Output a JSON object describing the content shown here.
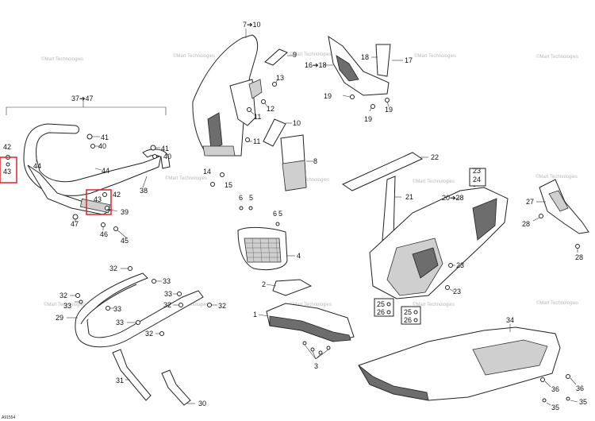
{
  "watermark": "©Mart Technologies",
  "doc_code": "A91554",
  "callouts": {
    "c37_47": "37➔47",
    "c41a": "41",
    "c40a": "40",
    "c41b": "41",
    "c40b": "40",
    "c42a": "42",
    "c43a": "43",
    "c44a": "44",
    "c44b": "44",
    "c38": "38",
    "c43b": "43",
    "c42b": "42",
    "c39": "39",
    "c47": "47",
    "c46": "46",
    "c45": "45",
    "c7_10": "7➔10",
    "c13": "13",
    "c12": "12",
    "c11a": "11",
    "c11b": "11",
    "c10": "10",
    "c9": "9",
    "c8": "8",
    "c14": "14",
    "c15": "15",
    "c6a": "6",
    "c5a": "5",
    "c6b": "6",
    "c5b": "5",
    "c4": "4",
    "c16_18": "16➔18",
    "c18": "18",
    "c17": "17",
    "c19a": "19",
    "c19b": "19",
    "c19c": "19",
    "c22": "22",
    "c21": "21",
    "c20_28": "20➔28",
    "c23a": "23",
    "c24": "24",
    "c23b": "23",
    "c23c": "23",
    "c25a": "25",
    "c26a": "26",
    "c25b": "25",
    "c26b": "26",
    "c27": "27",
    "c28a": "28",
    "c28b": "28",
    "c2": "2",
    "c1": "1",
    "c3": "3",
    "c32a": "32",
    "c33a": "33",
    "c32b": "32",
    "c33b": "33",
    "c33c": "33",
    "c33d": "33",
    "c32c": "32",
    "c29": "29",
    "c33e": "33",
    "c32d": "32",
    "c31": "31",
    "c30": "30",
    "c34": "34",
    "c36a": "36",
    "c36b": "36",
    "c35a": "35",
    "c35b": "35"
  },
  "colors": {
    "highlight": "#d9252a",
    "line": "#222222",
    "fill": "#ffffff",
    "watermark": "#b9b9b9"
  }
}
